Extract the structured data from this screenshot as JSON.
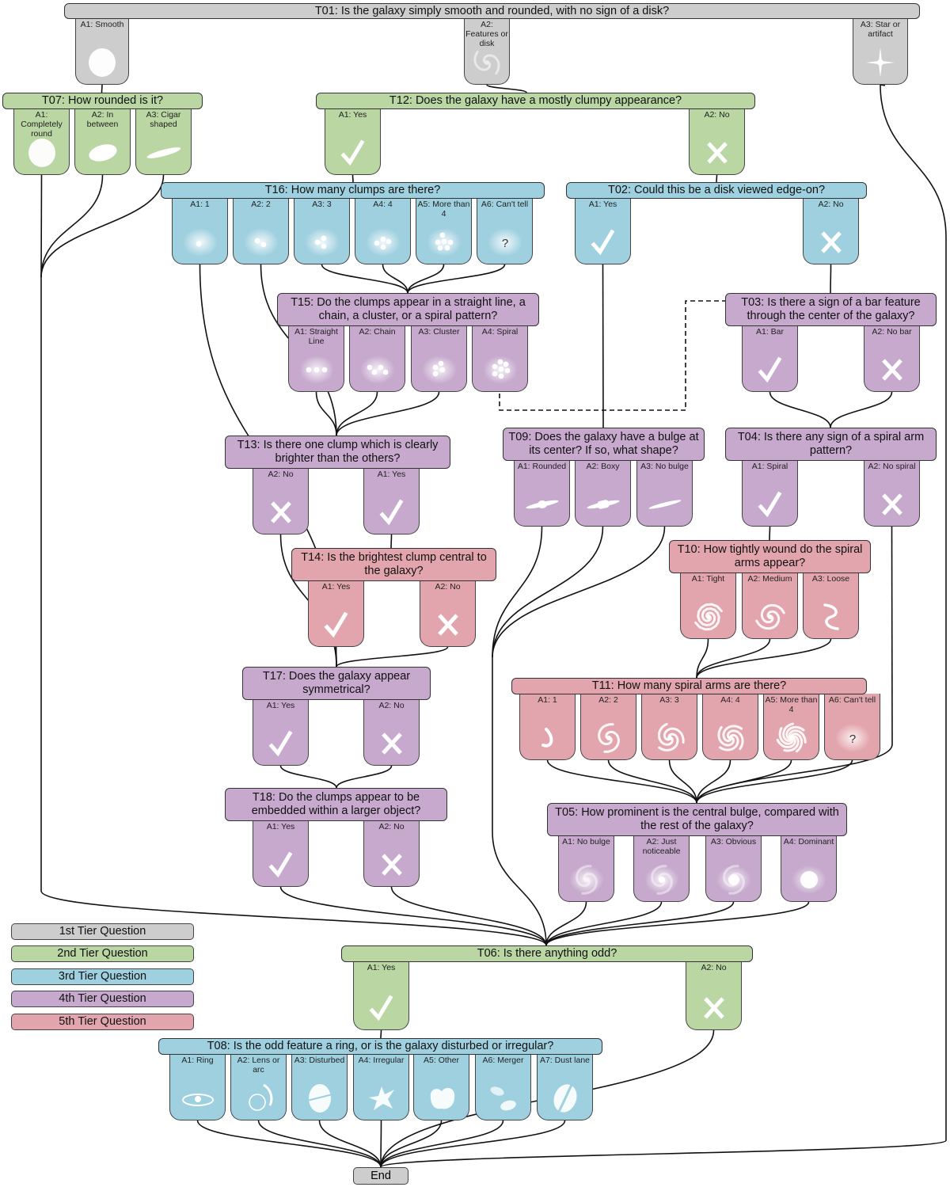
{
  "colors": {
    "tier1": "#cdcdcd",
    "tier2": "#b9d6a3",
    "tier3": "#9fd0df",
    "tier4": "#c6a9cd",
    "tier5": "#e3a5ad",
    "line": "#111111"
  },
  "questions": {
    "T01": {
      "text": "T01: Is the galaxy simply smooth and rounded, with no sign of a disk?",
      "tier": 1,
      "answers": [
        {
          "label": "A1: Smooth",
          "icon": "smooth-galaxy-icon"
        },
        {
          "label": "A2: Features or disk",
          "icon": "spiral-features-icon"
        },
        {
          "label": "A3: Star or artifact",
          "icon": "star-icon"
        }
      ]
    },
    "T07": {
      "text": "T07: How rounded is it?",
      "tier": 2,
      "answers": [
        {
          "label": "A1: Completely round",
          "icon": "round-galaxy-icon"
        },
        {
          "label": "A2: In between",
          "icon": "oval-galaxy-icon"
        },
        {
          "label": "A3: Cigar shaped",
          "icon": "cigar-galaxy-icon"
        }
      ]
    },
    "T12": {
      "text": "T12: Does the galaxy have a mostly clumpy appearance?",
      "tier": 2,
      "answers": [
        {
          "label": "A1: Yes",
          "icon": "check-icon"
        },
        {
          "label": "A2: No",
          "icon": "cross-icon"
        }
      ]
    },
    "T16": {
      "text": "T16: How many clumps are there?",
      "tier": 3,
      "answers": [
        {
          "label": "A1: 1",
          "icon": "clumps-1-icon"
        },
        {
          "label": "A2: 2",
          "icon": "clumps-2-icon"
        },
        {
          "label": "A3: 3",
          "icon": "clumps-3-icon"
        },
        {
          "label": "A4: 4",
          "icon": "clumps-4-icon"
        },
        {
          "label": "A5: More than 4",
          "icon": "clumps-many-icon"
        },
        {
          "label": "A6: Can't tell",
          "icon": "question-icon"
        }
      ]
    },
    "T02": {
      "text": "T02: Could this be a disk viewed edge-on?",
      "tier": 3,
      "answers": [
        {
          "label": "A1: Yes",
          "icon": "check-icon"
        },
        {
          "label": "A2: No",
          "icon": "cross-icon"
        }
      ]
    },
    "T15": {
      "text": "T15: Do the clumps appear in a straight line, a chain, a cluster, or a spiral pattern?",
      "tier": 4,
      "answers": [
        {
          "label": "A1: Straight Line",
          "icon": "clumps-line-icon"
        },
        {
          "label": "A2: Chain",
          "icon": "clumps-chain-icon"
        },
        {
          "label": "A3: Cluster",
          "icon": "clumps-cluster-icon"
        },
        {
          "label": "A4: Spiral",
          "icon": "clumps-spiral-icon"
        }
      ]
    },
    "T03": {
      "text": "T03: Is there a sign of a bar feature through the center of the galaxy?",
      "tier": 4,
      "answers": [
        {
          "label": "A1: Bar",
          "icon": "check-icon"
        },
        {
          "label": "A2: No bar",
          "icon": "cross-icon"
        }
      ]
    },
    "T13": {
      "text": "T13: Is there one clump which is clearly brighter than the others?",
      "tier": 4,
      "answers": [
        {
          "label": "A2: No",
          "icon": "cross-icon"
        },
        {
          "label": "A1: Yes",
          "icon": "check-icon"
        }
      ]
    },
    "T09": {
      "text": "T09: Does the galaxy have a bulge at its center? If so, what shape?",
      "tier": 4,
      "answers": [
        {
          "label": "A1: Rounded",
          "icon": "rounded-bulge-icon"
        },
        {
          "label": "A2: Boxy",
          "icon": "boxy-bulge-icon"
        },
        {
          "label": "A3: No bulge",
          "icon": "no-bulge-icon"
        }
      ]
    },
    "T04": {
      "text": "T04: Is there any sign of a spiral arm pattern?",
      "tier": 4,
      "answers": [
        {
          "label": "A1: Spiral",
          "icon": "check-icon"
        },
        {
          "label": "A2: No spiral",
          "icon": "cross-icon"
        }
      ]
    },
    "T14": {
      "text": "T14: Is the brightest clump central to the galaxy?",
      "tier": 5,
      "answers": [
        {
          "label": "A1: Yes",
          "icon": "check-icon"
        },
        {
          "label": "A2: No",
          "icon": "cross-icon"
        }
      ]
    },
    "T10": {
      "text": "T10: How tightly wound do the spiral arms appear?",
      "tier": 5,
      "answers": [
        {
          "label": "A1: Tight",
          "icon": "tight-spiral-icon"
        },
        {
          "label": "A2: Medium",
          "icon": "medium-spiral-icon"
        },
        {
          "label": "A3: Loose",
          "icon": "loose-spiral-icon"
        }
      ]
    },
    "T17": {
      "text": "T17: Does the galaxy appear symmetrical?",
      "tier": 4,
      "answers": [
        {
          "label": "A1: Yes",
          "icon": "check-icon"
        },
        {
          "label": "A2: No",
          "icon": "cross-icon"
        }
      ]
    },
    "T11": {
      "text": "T11: How many spiral arms are there?",
      "tier": 5,
      "answers": [
        {
          "label": "A1: 1",
          "icon": "arms-1-icon"
        },
        {
          "label": "A2: 2",
          "icon": "arms-2-icon"
        },
        {
          "label": "A3: 3",
          "icon": "arms-3-icon"
        },
        {
          "label": "A4: 4",
          "icon": "arms-4-icon"
        },
        {
          "label": "A5: More than 4",
          "icon": "arms-many-icon"
        },
        {
          "label": "A6: Can't tell",
          "icon": "question-icon"
        }
      ]
    },
    "T18": {
      "text": "T18: Do the clumps appear to be embedded within a larger object?",
      "tier": 4,
      "answers": [
        {
          "label": "A1: Yes",
          "icon": "check-icon"
        },
        {
          "label": "A2: No",
          "icon": "cross-icon"
        }
      ]
    },
    "T05": {
      "text": "T05: How prominent is the central bulge, compared with the rest of the galaxy?",
      "tier": 4,
      "answers": [
        {
          "label": "A1: No bulge",
          "icon": "bulge-none-icon"
        },
        {
          "label": "A2: Just noticeable",
          "icon": "bulge-small-icon"
        },
        {
          "label": "A3: Obvious",
          "icon": "bulge-obvious-icon"
        },
        {
          "label": "A4: Dominant",
          "icon": "bulge-dominant-icon"
        }
      ]
    },
    "T06": {
      "text": "T06: Is there anything odd?",
      "tier": 2,
      "answers": [
        {
          "label": "A1: Yes",
          "icon": "check-icon"
        },
        {
          "label": "A2: No",
          "icon": "cross-icon"
        }
      ]
    },
    "T08": {
      "text": "T08: Is the odd feature a ring, or is the galaxy disturbed or irregular?",
      "tier": 3,
      "answers": [
        {
          "label": "A1: Ring",
          "icon": "ring-icon"
        },
        {
          "label": "A2: Lens or arc",
          "icon": "lens-arc-icon"
        },
        {
          "label": "A3: Disturbed",
          "icon": "disturbed-icon"
        },
        {
          "label": "A4: Irregular",
          "icon": "irregular-icon"
        },
        {
          "label": "A5: Other",
          "icon": "other-icon"
        },
        {
          "label": "A6: Merger",
          "icon": "merger-icon"
        },
        {
          "label": "A7: Dust lane",
          "icon": "dust-lane-icon"
        }
      ]
    }
  },
  "end_label": "End",
  "legend": [
    {
      "label": "1st Tier Question",
      "color": "#cdcdcd"
    },
    {
      "label": "2nd Tier Question",
      "color": "#b9d6a3"
    },
    {
      "label": "3rd Tier Question",
      "color": "#9fd0df"
    },
    {
      "label": "4th Tier Question",
      "color": "#c6a9cd"
    },
    {
      "label": "5th Tier Question",
      "color": "#e3a5ad"
    }
  ]
}
